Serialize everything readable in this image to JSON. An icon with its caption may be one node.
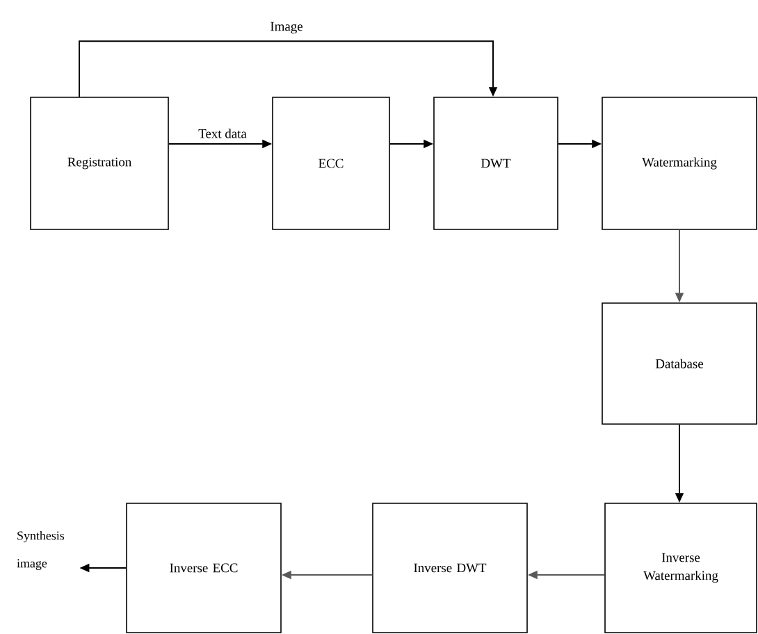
{
  "diagram": {
    "nodes": [
      {
        "text": [
          "Registration"
        ]
      },
      {
        "text": [
          "ECC"
        ]
      },
      {
        "text": [
          "DWT"
        ]
      },
      {
        "text": [
          "Watermarking"
        ]
      },
      {
        "text": [
          "Database"
        ]
      },
      {
        "text": [
          "Inverse Watermarking"
        ]
      },
      {
        "text": [
          "Inverse DWT"
        ]
      },
      {
        "text": [
          "Inverse ECC"
        ]
      },
      {
        "text": [
          "Synthesis image"
        ]
      }
    ],
    "edges": [
      {
        "from": 0,
        "to": 2,
        "arrow": "to",
        "label": "Image"
      },
      {
        "from": 0,
        "to": 1,
        "arrow": "to",
        "label": "Text data"
      },
      {
        "from": 1,
        "to": 2,
        "arrow": "to"
      },
      {
        "from": 2,
        "to": 3,
        "arrow": "to"
      },
      {
        "from": 3,
        "to": 4,
        "arrow": "to",
        "color": "#595959"
      },
      {
        "from": 4,
        "to": 5,
        "arrow": "to"
      },
      {
        "from": 5,
        "to": 6,
        "arrow": "to",
        "color": "#595959"
      },
      {
        "from": 6,
        "to": 7,
        "arrow": "to",
        "color": "#595959"
      },
      {
        "from": 7,
        "to": 8,
        "arrow": "to"
      }
    ]
  }
}
